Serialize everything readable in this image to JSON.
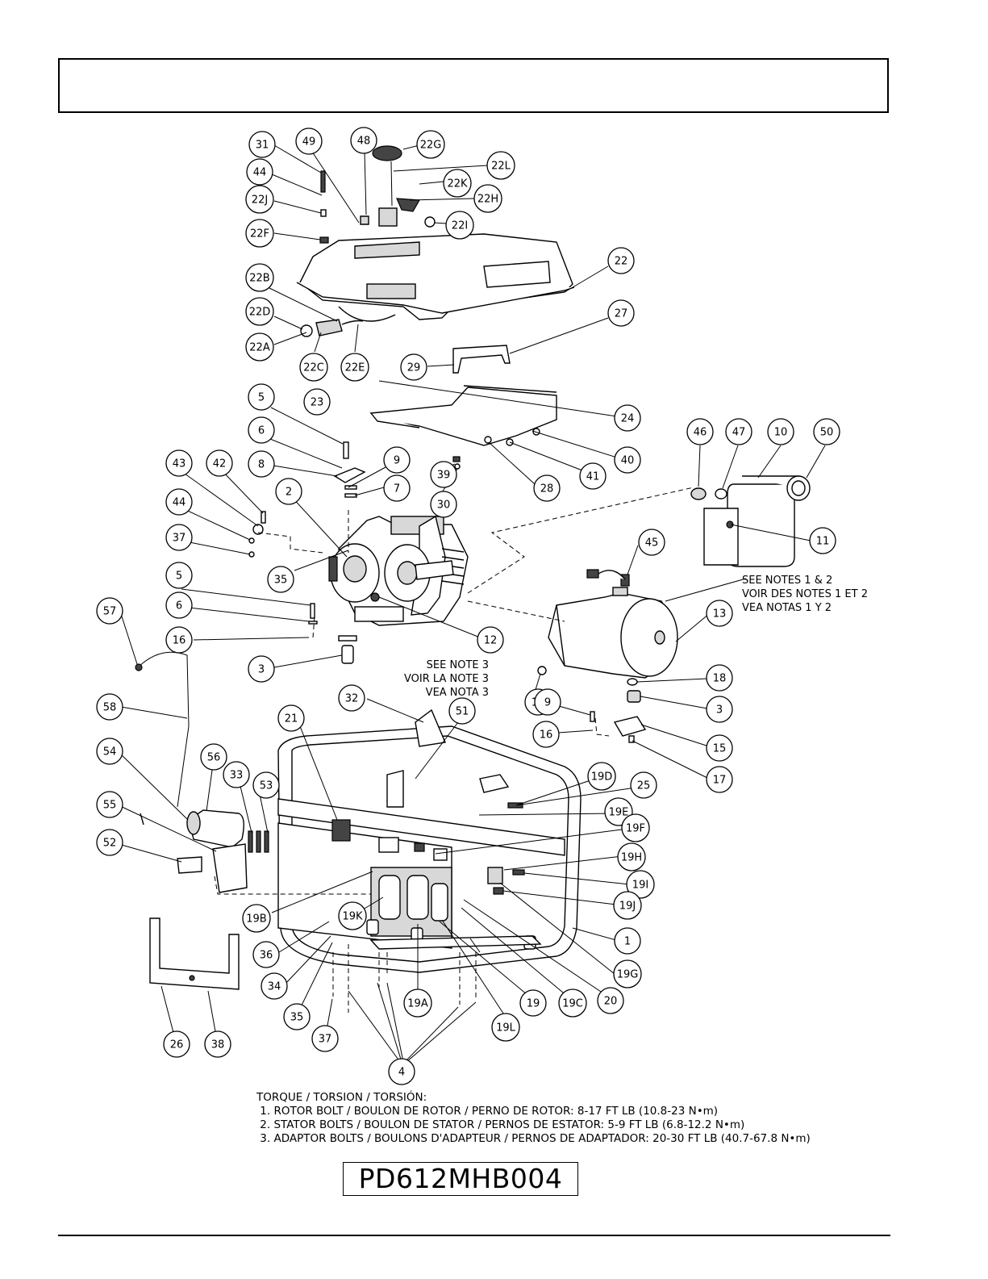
{
  "header": {
    "title": ""
  },
  "callouts": [
    {
      "id": "c31",
      "label": "31"
    },
    {
      "id": "c49",
      "label": "49"
    },
    {
      "id": "c48",
      "label": "48"
    },
    {
      "id": "c22G",
      "label": "22G"
    },
    {
      "id": "c44a",
      "label": "44"
    },
    {
      "id": "c22L",
      "label": "22L"
    },
    {
      "id": "c22K",
      "label": "22K"
    },
    {
      "id": "c22J",
      "label": "22J"
    },
    {
      "id": "c22H",
      "label": "22H"
    },
    {
      "id": "c22I",
      "label": "22I"
    },
    {
      "id": "c22F",
      "label": "22F"
    },
    {
      "id": "c22",
      "label": "22"
    },
    {
      "id": "c22B",
      "label": "22B"
    },
    {
      "id": "c27",
      "label": "27"
    },
    {
      "id": "c22D",
      "label": "22D"
    },
    {
      "id": "c22A",
      "label": "22A"
    },
    {
      "id": "c22C",
      "label": "22C"
    },
    {
      "id": "c22E",
      "label": "22E"
    },
    {
      "id": "c29",
      "label": "29"
    },
    {
      "id": "c5a",
      "label": "5"
    },
    {
      "id": "c23",
      "label": "23"
    },
    {
      "id": "c24",
      "label": "24"
    },
    {
      "id": "c6a",
      "label": "6"
    },
    {
      "id": "c46",
      "label": "46"
    },
    {
      "id": "c47",
      "label": "47"
    },
    {
      "id": "c10",
      "label": "10"
    },
    {
      "id": "c50",
      "label": "50"
    },
    {
      "id": "c43",
      "label": "43"
    },
    {
      "id": "c42",
      "label": "42"
    },
    {
      "id": "c8",
      "label": "8"
    },
    {
      "id": "c9a",
      "label": "9"
    },
    {
      "id": "c40",
      "label": "40"
    },
    {
      "id": "c39",
      "label": "39"
    },
    {
      "id": "c41",
      "label": "41"
    },
    {
      "id": "c7",
      "label": "7"
    },
    {
      "id": "c28",
      "label": "28"
    },
    {
      "id": "c44b",
      "label": "44"
    },
    {
      "id": "c2",
      "label": "2"
    },
    {
      "id": "c30",
      "label": "30"
    },
    {
      "id": "c11",
      "label": "11"
    },
    {
      "id": "c37a",
      "label": "37"
    },
    {
      "id": "c45",
      "label": "45"
    },
    {
      "id": "c35a",
      "label": "35"
    },
    {
      "id": "c5b",
      "label": "5"
    },
    {
      "id": "c13",
      "label": "13"
    },
    {
      "id": "c6b",
      "label": "6"
    },
    {
      "id": "c57",
      "label": "57"
    },
    {
      "id": "c16a",
      "label": "16"
    },
    {
      "id": "c12",
      "label": "12"
    },
    {
      "id": "c3a",
      "label": "3"
    },
    {
      "id": "c18",
      "label": "18"
    },
    {
      "id": "c32",
      "label": "32"
    },
    {
      "id": "c14",
      "label": "14"
    },
    {
      "id": "c9b",
      "label": "9"
    },
    {
      "id": "c3b",
      "label": "3"
    },
    {
      "id": "c58",
      "label": "58"
    },
    {
      "id": "c21",
      "label": "21"
    },
    {
      "id": "c51",
      "label": "51"
    },
    {
      "id": "c16b",
      "label": "16"
    },
    {
      "id": "c15",
      "label": "15"
    },
    {
      "id": "c56",
      "label": "56"
    },
    {
      "id": "c54",
      "label": "54"
    },
    {
      "id": "c17",
      "label": "17"
    },
    {
      "id": "c19D",
      "label": "19D"
    },
    {
      "id": "c33",
      "label": "33"
    },
    {
      "id": "c53",
      "label": "53"
    },
    {
      "id": "c25",
      "label": "25"
    },
    {
      "id": "c55",
      "label": "55"
    },
    {
      "id": "c19E",
      "label": "19E"
    },
    {
      "id": "c19F",
      "label": "19F"
    },
    {
      "id": "c52",
      "label": "52"
    },
    {
      "id": "c19H",
      "label": "19H"
    },
    {
      "id": "c19I",
      "label": "19I"
    },
    {
      "id": "c19B",
      "label": "19B"
    },
    {
      "id": "c19K",
      "label": "19K"
    },
    {
      "id": "c19J",
      "label": "19J"
    },
    {
      "id": "c1",
      "label": "1"
    },
    {
      "id": "c36",
      "label": "36"
    },
    {
      "id": "c19G",
      "label": "19G"
    },
    {
      "id": "c34",
      "label": "34"
    },
    {
      "id": "c19A",
      "label": "19A"
    },
    {
      "id": "c19",
      "label": "19"
    },
    {
      "id": "c19C",
      "label": "19C"
    },
    {
      "id": "c20",
      "label": "20"
    },
    {
      "id": "c35b",
      "label": "35"
    },
    {
      "id": "c19L",
      "label": "19L"
    },
    {
      "id": "c26",
      "label": "26"
    },
    {
      "id": "c38",
      "label": "38"
    },
    {
      "id": "c37b",
      "label": "37"
    },
    {
      "id": "c4",
      "label": "4"
    }
  ],
  "notes": {
    "stator_line1": "SEE NOTES 1 & 2",
    "stator_line2": "VOIR DES NOTES 1 ET 2",
    "stator_line3": "VEA NOTAS 1 Y 2",
    "adaptor_line1": "SEE NOTE 3",
    "adaptor_line2": "VOIR LA NOTE 3",
    "adaptor_line3": "VEA NOTA 3"
  },
  "torque": {
    "heading": "TORQUE / TORSION / TORSIÓN:",
    "item1": " 1. ROTOR BOLT / BOULON DE ROTOR / PERNO DE ROTOR: 8-17 FT LB (10.8-23 N•m)",
    "item2": " 2. STATOR BOLTS / BOULON DE STATOR / PERNOS DE ESTATOR: 5-9 FT LB (6.8-12.2 N•m)",
    "item3": " 3. ADAPTOR BOLTS / BOULONS D'ADAPTEUR / PERNOS DE ADAPTADOR: 20-30 FT LB (40.7-67.8 N•m)"
  },
  "model_number": "PD612MHB004"
}
